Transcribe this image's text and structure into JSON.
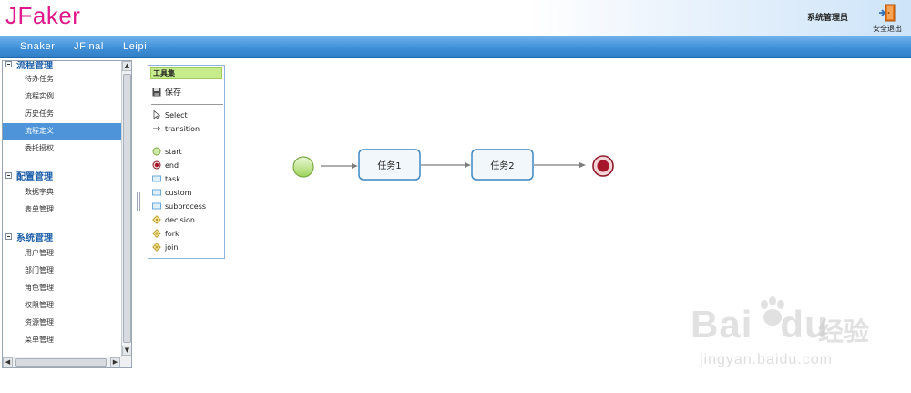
{
  "app": {
    "logo": "JFaker"
  },
  "header": {
    "user_name": "系统管理员",
    "logout_label": "安全退出"
  },
  "nav": {
    "items": [
      "Snaker",
      "JFinal",
      "Leipi"
    ]
  },
  "sidebar": {
    "groups": [
      {
        "title": "流程管理",
        "items": [
          "待办任务",
          "流程实例",
          "历史任务",
          "流程定义",
          "委托授权"
        ],
        "active": "流程定义"
      },
      {
        "title": "配置管理",
        "items": [
          "数据字典",
          "表单管理"
        ]
      },
      {
        "title": "系统管理",
        "items": [
          "用户管理",
          "部门管理",
          "角色管理",
          "权限管理",
          "资源管理",
          "菜单管理"
        ]
      }
    ]
  },
  "toolbox": {
    "title": "工具集",
    "save_label": "保存",
    "select_label": "Select",
    "transition_label": "transition",
    "nodes": [
      "start",
      "end",
      "task",
      "custom",
      "subprocess",
      "decision",
      "fork",
      "join"
    ]
  },
  "diagram": {
    "task1_label": "任务1",
    "task2_label": "任务2",
    "colors": {
      "start": "#9ed55b",
      "end": "#a6162a",
      "task_border": "#3e88c4",
      "task_fill": "#f2f7fc",
      "line": "#7d7d7d"
    }
  },
  "watermark": {
    "brand": "Bai",
    "brand_tail": "du",
    "cn": "经验",
    "url": "jingyan.baidu.com"
  }
}
